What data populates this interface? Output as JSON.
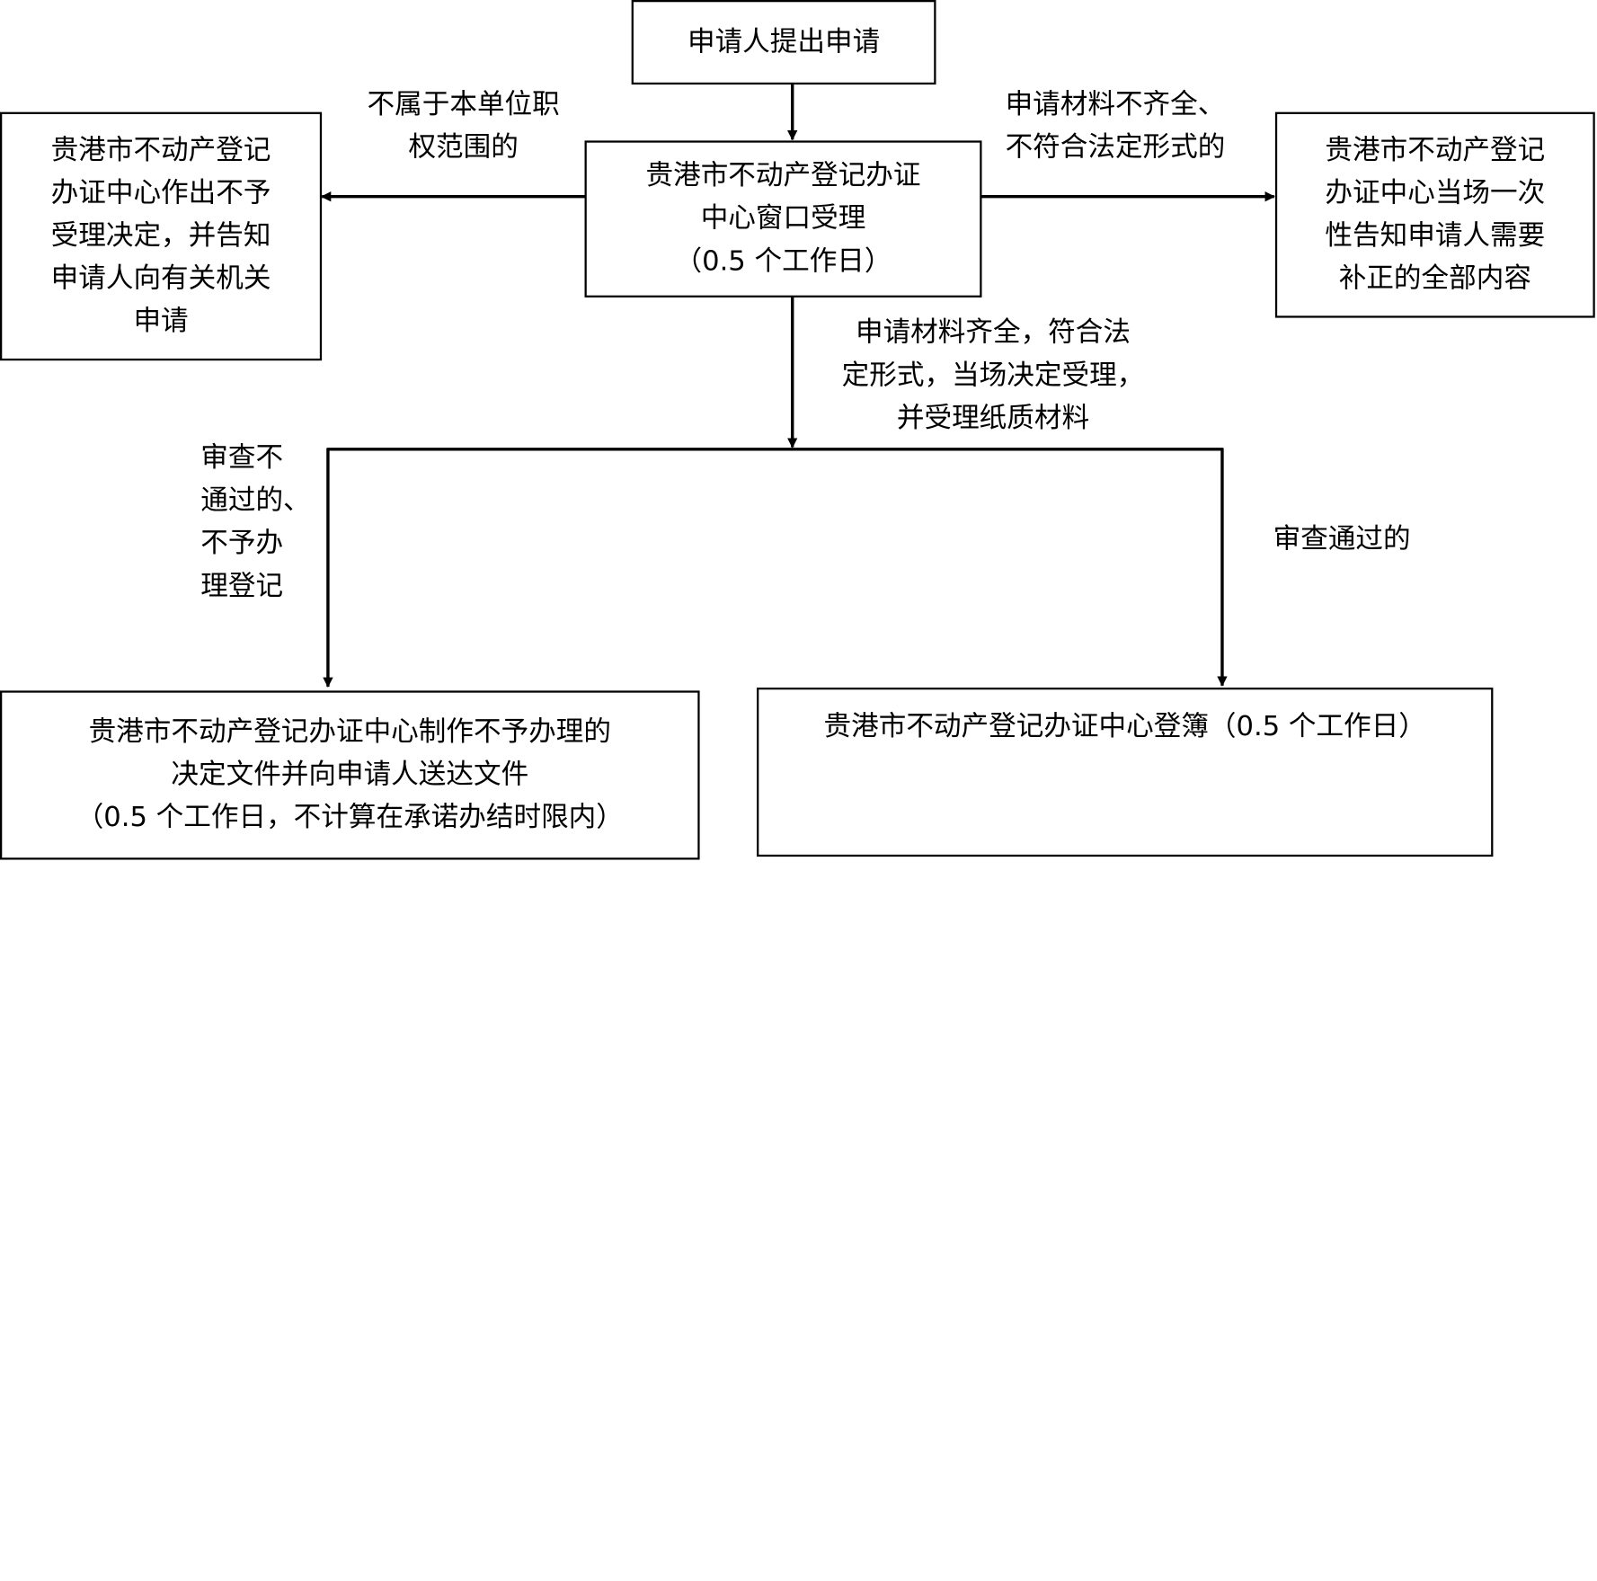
{
  "nodes": {
    "apply": [
      "申请人提出申请"
    ],
    "window": [
      "贵港市不动产登记办证",
      "中心窗口受理",
      "（0.5 个工作日）"
    ],
    "reject": [
      "贵港市不动产登记",
      "办证中心作出不予",
      "受理决定，并告知",
      "申请人向有关机关",
      "申请"
    ],
    "notify": [
      "贵港市不动产登记",
      "办证中心当场一次",
      "性告知申请人需要",
      "补正的全部内容"
    ],
    "refuse": [
      "贵港市不动产登记办证中心制作不予办理的",
      "决定文件并向申请人送达文件",
      "（0.5 个工作日，不计算在承诺办结时限内）"
    ],
    "register": [
      "贵港市不动产登记办证中心登簿（0.5 个工作日）"
    ]
  },
  "edges": {
    "out_of_scope": [
      "不属于本单位职",
      "权范围的"
    ],
    "incomplete": [
      "申请材料不齐全、",
      "不符合法定形式的"
    ],
    "accepted": [
      "申请材料齐全，符合法",
      "定形式，当场决定受理，",
      "并受理纸质材料"
    ],
    "review_failed": [
      "审查不",
      "通过的、",
      "不予办",
      "理登记"
    ],
    "review_passed": [
      "审查通过的"
    ]
  }
}
